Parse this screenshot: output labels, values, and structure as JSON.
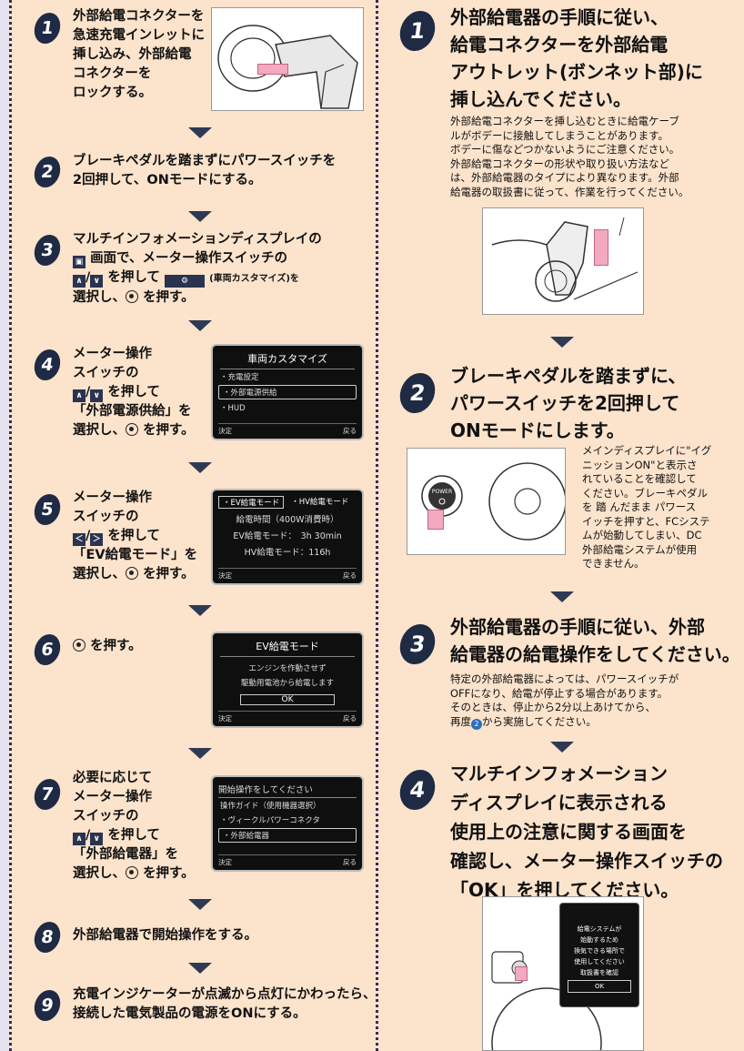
{
  "left": {
    "steps": [
      {
        "num": "1",
        "lines": [
          "外部給電コネクターを",
          "急速充電インレットに",
          "挿し込み、外部給電",
          "コネクターを",
          "ロックする。"
        ]
      },
      {
        "num": "2",
        "lines": [
          "ブレーキペダルを踏まずにパワースイッチを",
          "2回押して、ONモードにする。"
        ]
      },
      {
        "num": "3",
        "lines": [
          "マルチインフォメーションディスプレイの",
          "画面で、メーター操作スイッチの",
          "を押して",
          "(車両カスタマイズ)を",
          "選択し、",
          "を押す。"
        ]
      },
      {
        "num": "4",
        "lines": [
          "メーター操作",
          "スイッチの",
          "を押して",
          "「外部電源供給」を",
          "選択し、",
          "を押す。"
        ]
      },
      {
        "num": "5",
        "lines": [
          "メーター操作",
          "スイッチの",
          "を押して",
          "「EV給電モード」を",
          "選択し、",
          "を押す。"
        ]
      },
      {
        "num": "6",
        "lines": [
          "を押す。"
        ]
      },
      {
        "num": "7",
        "lines": [
          "必要に応じて",
          "メーター操作",
          "スイッチの",
          "を押して",
          "「外部給電器」を",
          "選択し、",
          "を押す。"
        ]
      },
      {
        "num": "8",
        "lines": [
          "外部給電器で開始操作をする。"
        ]
      },
      {
        "num": "9",
        "lines": [
          "充電インジケーターが点滅から点灯にかわったら、",
          "接続した電気製品の電源をONにする。"
        ]
      }
    ],
    "screens": {
      "s4": {
        "title": "車両カスタマイズ",
        "rows": [
          "・充電設定",
          "・外部電源供給",
          "・HUD"
        ],
        "foot_left": "決定",
        "foot_right": "戻る"
      },
      "s5": {
        "tabs": [
          "・EV給電モード",
          "・HV給電モード"
        ],
        "rows": [
          "給電時間（400W消費時）",
          "EV給電モード：　3h 30min",
          "HV給電モード：116h"
        ],
        "foot_left": "決定",
        "foot_right": "戻る"
      },
      "s6": {
        "title": "EV給電モード",
        "rows": [
          "エンジンを作動させず",
          "駆動用電池から給電します"
        ],
        "ok": "OK",
        "foot_left": "決定",
        "foot_right": "戻る"
      },
      "s7": {
        "title": "開始操作をしてください",
        "rows": [
          "操作ガイド（使用機器選択）",
          "・ヴィークルパワーコネクタ",
          "・外部給電器"
        ],
        "foot_left": "決定",
        "foot_right": "戻る"
      }
    },
    "symbols": {
      "updown": "∧/∨",
      "leftright": "＜/＞",
      "slash": "/"
    }
  },
  "right": {
    "steps": [
      {
        "num": "1",
        "title": [
          "外部給電器の手順に従い、",
          "給電コネクターを外部給電",
          "アウトレット(ボンネット部)に",
          "挿し込んでください。"
        ],
        "sub": [
          "外部給電コネクターを挿し込むときに給電ケーブ",
          "ルがボデーに接触してしまうことがあります。",
          "ボデーに傷などつかないようにご注意ください。",
          "外部給電コネクターの形状や取り扱い方法など",
          "は、外部給電器のタイプにより異なります。外部",
          "給電器の取扱書に従って、作業を行ってください。"
        ]
      },
      {
        "num": "2",
        "title": [
          "ブレーキペダルを踏まずに、",
          "パワースイッチを2回押して",
          "ONモードにします。"
        ],
        "sub": [
          "メインディスプレイに\"イグ",
          "ニッションON\"と表示さ",
          "れていることを確認して",
          "ください。ブレーキペダル",
          "を 踏 んだまま パワース",
          "イッチを押すと、FCシステ",
          "ムが始動してしまい、DC",
          "外部給電システムが使用",
          "できません。"
        ]
      },
      {
        "num": "3",
        "title": [
          "外部給電器の手順に従い、外部",
          "給電器の給電操作をしてください。"
        ],
        "sub": [
          "特定の外部給電器によっては、パワースイッチが",
          "OFFになり、給電が停止する場合があります。",
          "そのときは、停止から2分以上あけてから、",
          "再度",
          "から実施してください。"
        ]
      },
      {
        "num": "4",
        "title": [
          "マルチインフォメーション",
          "ディスプレイに表示される",
          "使用上の注意に関する画面を",
          "確認し、メーター操作スイッチの",
          "「OK」を押してください。"
        ]
      }
    ],
    "power_label": "POWER",
    "screen4_rows": [
      "給電システムが",
      "始動するため",
      "換気できる場所で",
      "使用してください",
      "取扱書を確認"
    ],
    "screen4_ok": "OK"
  }
}
